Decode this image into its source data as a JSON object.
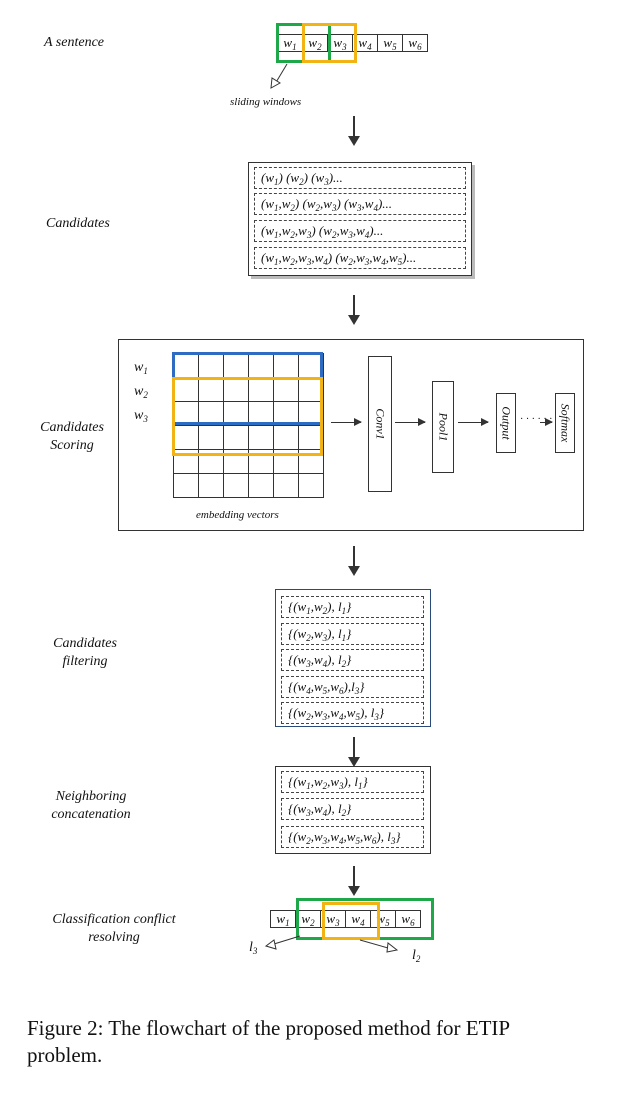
{
  "stages": {
    "sentence": "A sentence",
    "candidates": "Candidates",
    "scoring_1": "Candidates",
    "scoring_2": "Scoring",
    "filtering_1": "Candidates",
    "filtering_2": "filtering",
    "neighboring_1": "Neighboring",
    "neighboring_2": "concatenation",
    "conflict_1": "Classification conflict",
    "conflict_2": "resolving"
  },
  "tokens_top": [
    "w1",
    "w2",
    "w3",
    "w4",
    "w5",
    "w6"
  ],
  "tokens_bottom": [
    "w1",
    "w2",
    "w3",
    "w4",
    "w5",
    "w6"
  ],
  "sliding_windows": "sliding windows",
  "candidate_rows": [
    "(w1) (w2) (w3)...",
    "(w1,w2) (w2,w3) (w3,w4)...",
    "(w1,w2,w3) (w2,w3,w4)...",
    "(w1,w2,w3,w4) (w2,w3,w4,w5)..."
  ],
  "scoring": {
    "w_labels": [
      "w1",
      "w2",
      "w3"
    ],
    "embedding_label": "embedding vectors",
    "layers": [
      "Conv1",
      "Pool1",
      "Output",
      "Softmax"
    ],
    "dots": "· · · · · ·"
  },
  "filtered_rows": [
    "{(w1,w2), l1}",
    "{(w2,w3), l1}",
    "{(w3,w4), l2}",
    "{(w4,w5,w6),l3}",
    "{(w2,w3,w4,w5), l3}"
  ],
  "concat_rows": [
    "{(w1,w2,w3), l1}",
    "{(w3,w4), l2}",
    "{(w2,w3,w4,w5,w6), l3}"
  ],
  "conflict_labels": {
    "left": "l3",
    "right": "l2"
  },
  "caption": "Figure 2: The flowchart of the proposed method for ETIP problem.",
  "colors": {
    "green": "#1ea84a",
    "yellow": "#f2b315",
    "blue": "#2e6bc2"
  }
}
